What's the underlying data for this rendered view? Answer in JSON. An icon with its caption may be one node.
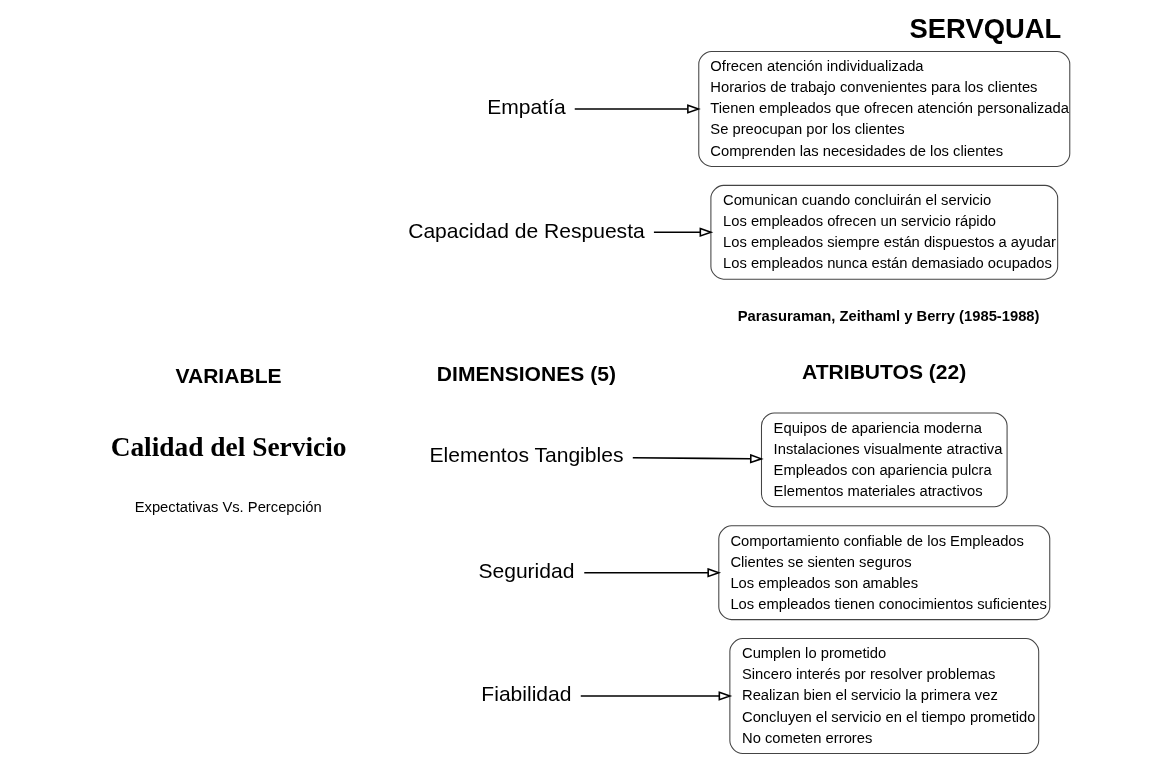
{
  "diagram": {
    "title": "SERVQUAL",
    "nodes": [
      {
        "text": [
          "Fiabilidad"
        ]
      },
      {
        "text": [
          "Cumplen lo prometido",
          "Sincero interés por resolver problemas",
          "Realizan bien el servicio la primera vez",
          "Concluyen el servicio en el tiempo prometido",
          "No cometen errores"
        ]
      },
      {
        "text": [
          "Seguridad"
        ]
      },
      {
        "text": [
          "Comportamiento confiable de los Empleados",
          "Clientes se sienten seguros",
          "Los empleados son amables",
          "Los empleados tienen conocimientos suficientes"
        ]
      },
      {
        "text": [
          "Elementos Tangibles"
        ]
      },
      {
        "text": [
          "Equipos de apariencia moderna",
          "Instalaciones visualmente atractiva",
          "Empleados con apariencia pulcra",
          "Elementos materiales atractivos"
        ]
      },
      {
        "text": [
          "Capacidad de Respuesta"
        ]
      },
      {
        "text": [
          "Comunican cuando concluirán el servicio",
          "Los empleados ofrecen un servicio rápido",
          "Los empleados siempre están dispuestos a ayudar",
          "Los empleados nunca están demasiado ocupados"
        ]
      },
      {
        "text": [
          "Empatía"
        ]
      },
      {
        "text": [
          "Ofrecen atención individualizada",
          "Horarios de trabajo convenientes para los clientes",
          "Tienen empleados que ofrecen atención personalizada",
          "Se preocupan por los clientes",
          "Comprenden las necesidades de los clientes"
        ]
      }
    ],
    "edges": [
      {
        "from": 0,
        "to": 1,
        "arrow": "to"
      },
      {
        "from": 2,
        "to": 3,
        "arrow": "to"
      },
      {
        "from": 4,
        "to": 5,
        "arrow": "to"
      },
      {
        "from": 6,
        "to": 7,
        "arrow": "to"
      },
      {
        "from": 8,
        "to": 9,
        "arrow": "to"
      }
    ],
    "labels": [
      "Parasuraman, Zeithaml y Berry (1985-1988)",
      "VARIABLE",
      "DIMENSIONES (5)",
      "ATRIBUTOS (22)",
      "Calidad del Servicio",
      "Expectativas Vs. Percepción"
    ]
  }
}
